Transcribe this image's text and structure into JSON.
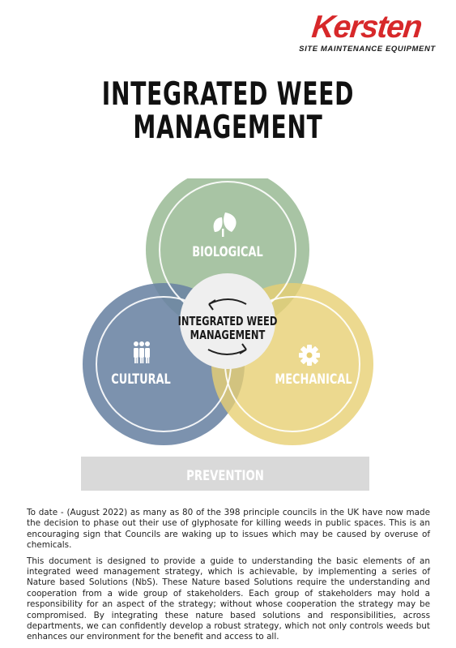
{
  "logo": {
    "name": "Kersten",
    "tagline": "SITE MAINTENANCE EQUIPMENT"
  },
  "title": {
    "line1": "INTEGRATED WEED",
    "line2": "MANAGEMENT"
  },
  "diagram": {
    "circles": [
      {
        "label": "BIOLOGICAL",
        "icon": "leaf-icon",
        "color": "#8fb38a"
      },
      {
        "label": "CULTURAL",
        "icon": "people-icon",
        "color": "#6a83a3"
      },
      {
        "label": "MECHANICAL",
        "icon": "gear-icon",
        "color": "#e7cf73"
      }
    ],
    "center": {
      "line1": "INTEGRATED WEED",
      "line2": "MANAGEMENT",
      "icon": "cycle-arrows-icon"
    },
    "base": {
      "label": "PREVENTION",
      "color": "#d9d9d9"
    }
  },
  "paragraphs": [
    "To date - (August 2022) as many as 80 of the 398 principle councils in the UK have now made the decision to phase out their use of glyphosate for killing weeds in public spaces.  This is an encouraging sign that Councils are waking up to issues which may be caused by overuse of chemicals.",
    "This document is designed to provide a guide to understanding the basic elements of an integrated weed management strategy, which is achievable, by implementing a series of Nature based Solutions (NbS). These Nature based Solutions require the understanding and cooperation from a wide group of stakeholders. Each group of stakeholders may hold a responsibility for an aspect of the strategy; without whose cooperation the strategy may be compromised. By integrating these nature based solutions and responsibilities, across departments, we can confidently develop a robust  strategy, which not only controls weeds but enhances our environment for the benefit and access to all."
  ]
}
